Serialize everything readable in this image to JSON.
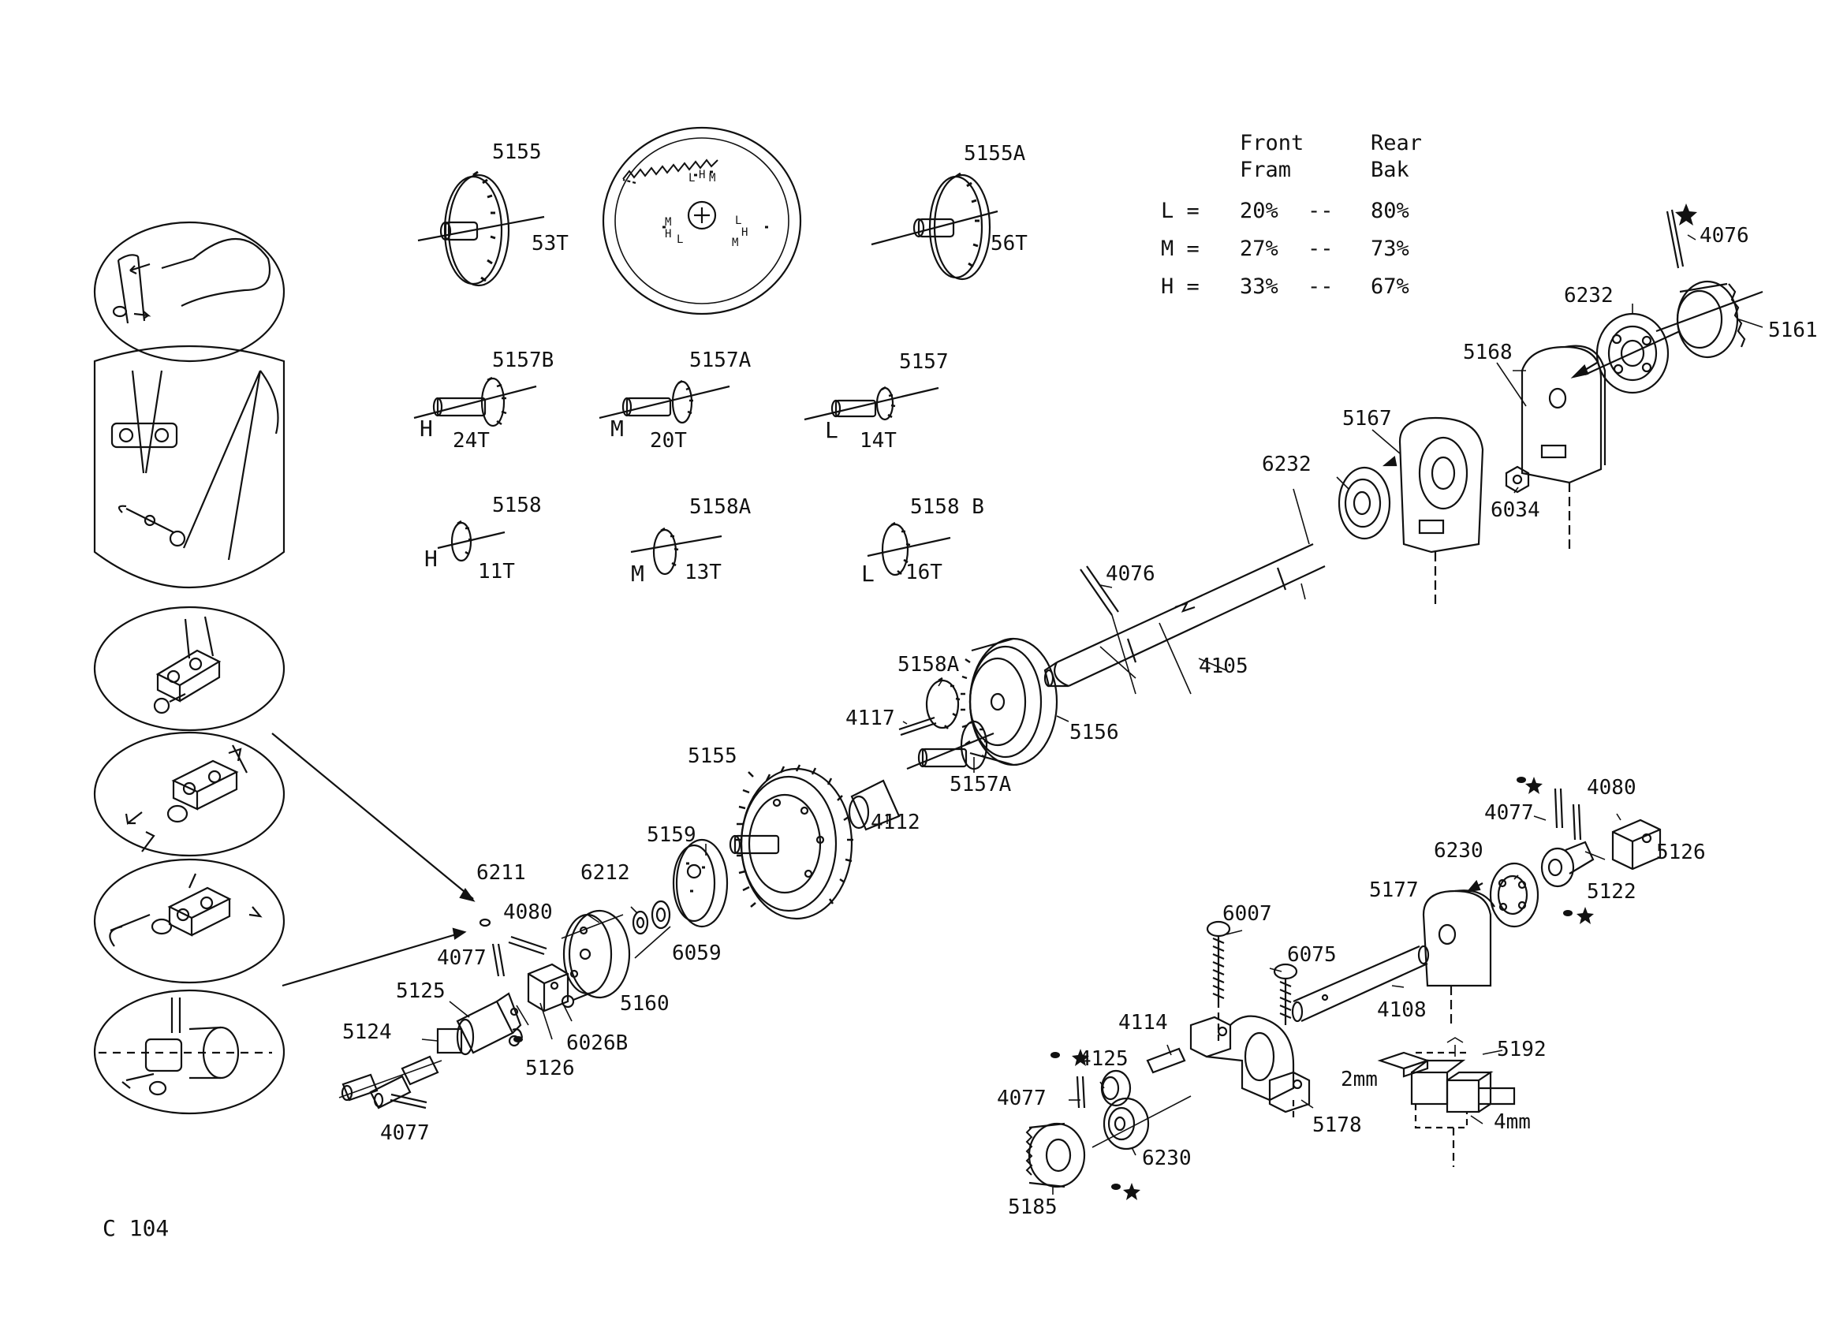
{
  "page": {
    "code": "C 104"
  },
  "ratio_table": {
    "col_front": "Front",
    "col_front_alt": "Fram",
    "col_rear": "Rear",
    "col_rear_alt": "Bak",
    "rows": [
      {
        "key": "L =",
        "front": "20%",
        "sep": "--",
        "rear": "80%"
      },
      {
        "key": "M =",
        "front": "27%",
        "sep": "--",
        "rear": "73%"
      },
      {
        "key": "H =",
        "front": "33%",
        "sep": "--",
        "rear": "67%"
      }
    ]
  },
  "gear_chart": {
    "spur_gears": [
      {
        "part": "5155",
        "teeth": "53T"
      },
      {
        "part": "5155A",
        "teeth": "56T"
      }
    ],
    "dial_marks": [
      "L",
      "H",
      "M",
      "M",
      "H",
      "L",
      "L",
      "H",
      "M"
    ],
    "pinions_a": [
      {
        "part": "5157B",
        "teeth": "24T",
        "setting": "H"
      },
      {
        "part": "5157A",
        "teeth": "20T",
        "setting": "M"
      },
      {
        "part": "5157",
        "teeth": "14T",
        "setting": "L"
      }
    ],
    "pinions_b": [
      {
        "part": "5158",
        "teeth": "11T",
        "setting": "H"
      },
      {
        "part": "5158A",
        "teeth": "13T",
        "setting": "M"
      },
      {
        "part": "5158 B",
        "teeth": "16T",
        "setting": "L"
      }
    ]
  },
  "parts": {
    "p4076_top": "4076",
    "p5161": "5161",
    "p6232_top": "6232",
    "p5168": "5168",
    "p5167": "5167",
    "p6232_mid": "6232",
    "p6034": "6034",
    "p4076_mid": "4076",
    "p4105": "4105",
    "p5158A": "5158A",
    "p4117": "4117",
    "p5156": "5156",
    "p5157A": "5157A",
    "p5155": "5155",
    "p4112": "4112",
    "p5159": "5159",
    "p6212": "6212",
    "p6059": "6059",
    "p6211": "6211",
    "p4080_left": "4080",
    "p4077_left": "4077",
    "p5125": "5125",
    "p5160": "5160",
    "p6026B": "6026B",
    "p5124": "5124",
    "p5126_left": "5126",
    "p4077_bottom": "4077",
    "p4077_right": "4077",
    "p4080_right": "4080",
    "p5126_right": "5126",
    "p6230_top": "6230",
    "p5122": "5122",
    "p5177": "5177",
    "p6007": "6007",
    "p6075": "6075",
    "p4108": "4108",
    "p4114": "4114",
    "p4125": "4125",
    "p5192": "5192",
    "dim_2mm": "2mm",
    "dim_4mm": "4mm",
    "p4077_low": "4077",
    "p5178": "5178",
    "p6230_bottom": "6230",
    "p5185": "5185"
  }
}
